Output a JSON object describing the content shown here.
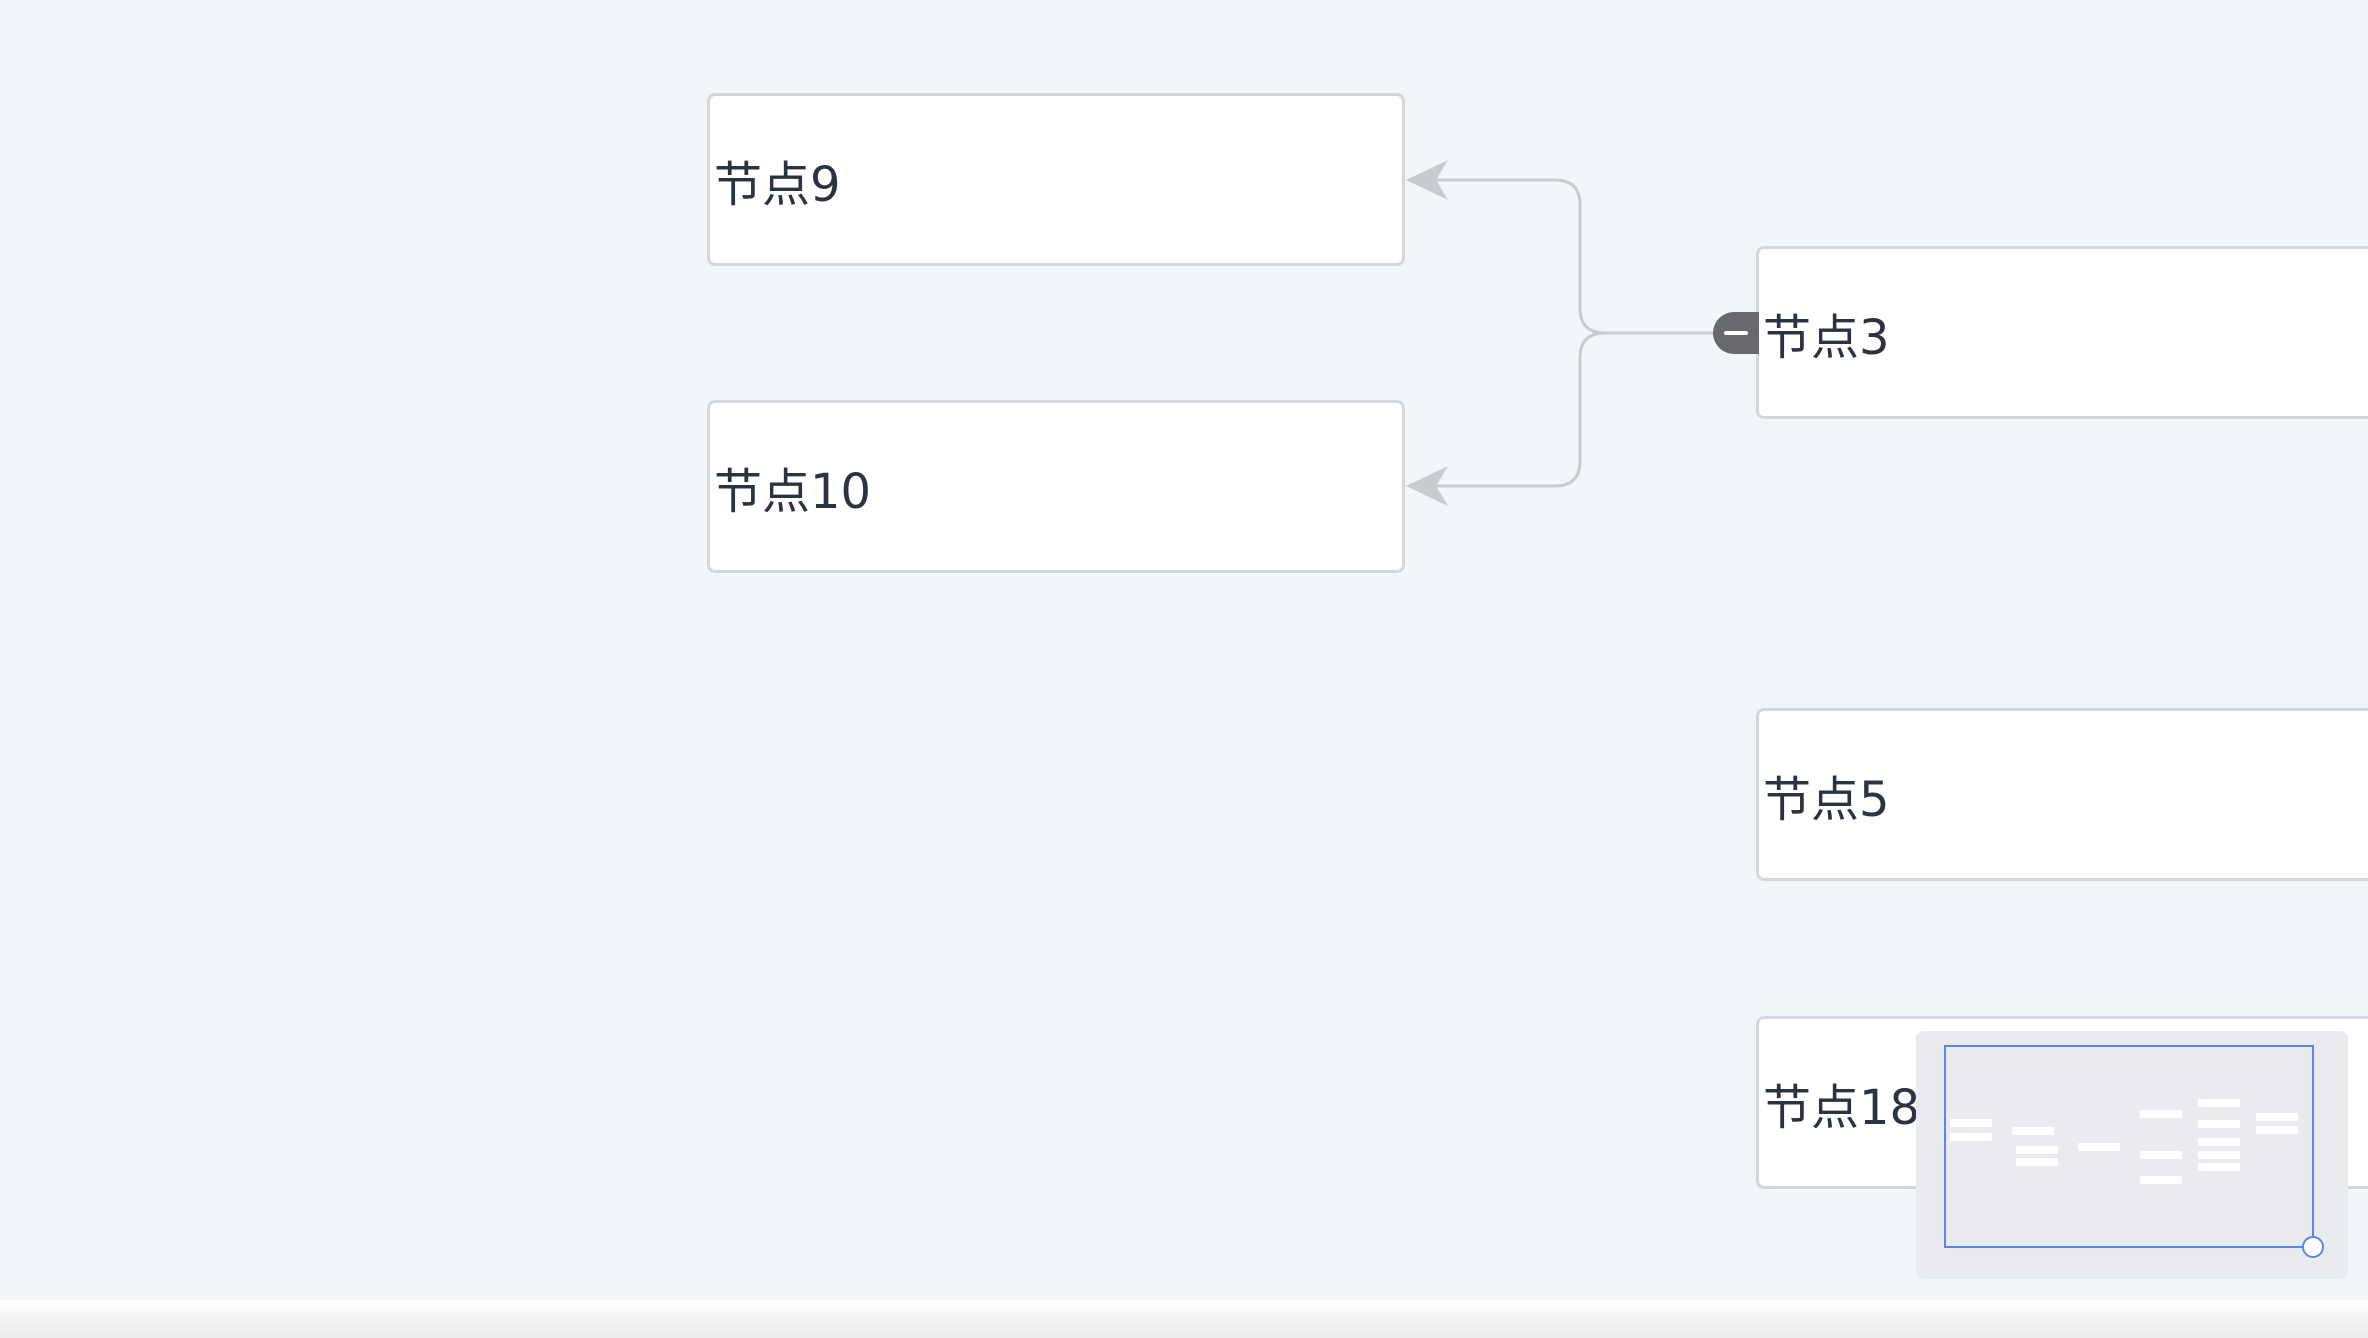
{
  "nodes": {
    "n9": {
      "label": "节点9"
    },
    "n10": {
      "label": "节点10"
    },
    "n3": {
      "label": "节点3"
    },
    "n5": {
      "label": "节点5"
    },
    "n18": {
      "label": "节点18"
    }
  },
  "edges": [
    {
      "from": "节点3",
      "to": "节点9"
    },
    {
      "from": "节点3",
      "to": "节点10"
    }
  ],
  "collapse_control": {
    "icon": "minus-icon",
    "state": "expanded"
  },
  "colors": {
    "canvas_bg": "#f3f6f9",
    "node_border": "#d4d7db",
    "edge": "#c8cbd0",
    "collapse_button": "#67696d",
    "minimap_bg": "#e9ebee",
    "minimap_viewport": "#5b86e5",
    "text": "#2b3340"
  }
}
